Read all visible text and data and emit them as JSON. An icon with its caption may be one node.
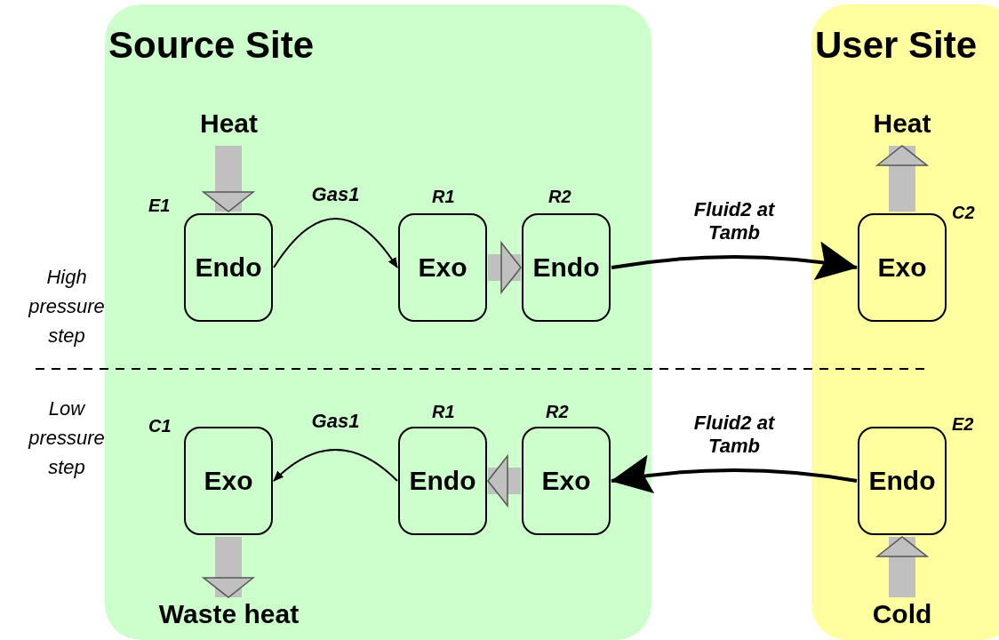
{
  "diagram": {
    "nodes": [
      {
        "text": [
          "Source Site"
        ]
      },
      {
        "text": [
          "Heat"
        ],
        "in": 0
      },
      {
        "text": [
          "Endo"
        ],
        "beside": [
          "E1"
        ],
        "in": 0
      },
      {
        "text": [
          "Exo"
        ],
        "beside": [
          "R1"
        ],
        "in": 0
      },
      {
        "text": [
          "Endo"
        ],
        "beside": [
          "R2"
        ],
        "in": 0
      },
      {
        "text": [
          "Exo"
        ],
        "beside": [
          "C1"
        ],
        "in": 0
      },
      {
        "text": [
          "Endo"
        ],
        "beside": [
          "R1"
        ],
        "in": 0
      },
      {
        "text": [
          "Exo"
        ],
        "beside": [
          "R2"
        ],
        "in": 0
      },
      {
        "text": [
          "Waste heat"
        ],
        "in": 0
      },
      {
        "text": [
          "User Site"
        ]
      },
      {
        "text": [
          "Heat"
        ],
        "in": 9
      },
      {
        "text": [
          "Exo"
        ],
        "beside": [
          "C2"
        ],
        "in": 9
      },
      {
        "text": [
          "Endo"
        ],
        "beside": [
          "E2"
        ],
        "in": 9
      },
      {
        "text": [
          "Cold"
        ],
        "in": 9
      }
    ],
    "edges": [
      {
        "from": 1,
        "to": 2,
        "arrow": "to"
      },
      {
        "from": 2,
        "to": 3,
        "arrow": "to",
        "label": "Gas1",
        "color": "#000000"
      },
      {
        "from": 3,
        "to": 4,
        "arrow": "to"
      },
      {
        "from": 4,
        "to": 11,
        "arrow": "to",
        "label": "Fluid2 at Tamb",
        "color": "#000000"
      },
      {
        "from": 11,
        "to": 10,
        "arrow": "to"
      },
      {
        "from": 12,
        "to": 7,
        "arrow": "to",
        "label": "Fluid2 at Tamb",
        "color": "#000000"
      },
      {
        "from": 13,
        "to": 12,
        "arrow": "to"
      },
      {
        "from": 7,
        "to": 6,
        "arrow": "to"
      },
      {
        "from": 6,
        "to": 5,
        "arrow": "to",
        "label": "Gas1",
        "color": "#000000"
      },
      {
        "from": 5,
        "to": 8,
        "arrow": "to"
      }
    ],
    "labels": [
      "High pressure step",
      "Low pressure step"
    ]
  }
}
